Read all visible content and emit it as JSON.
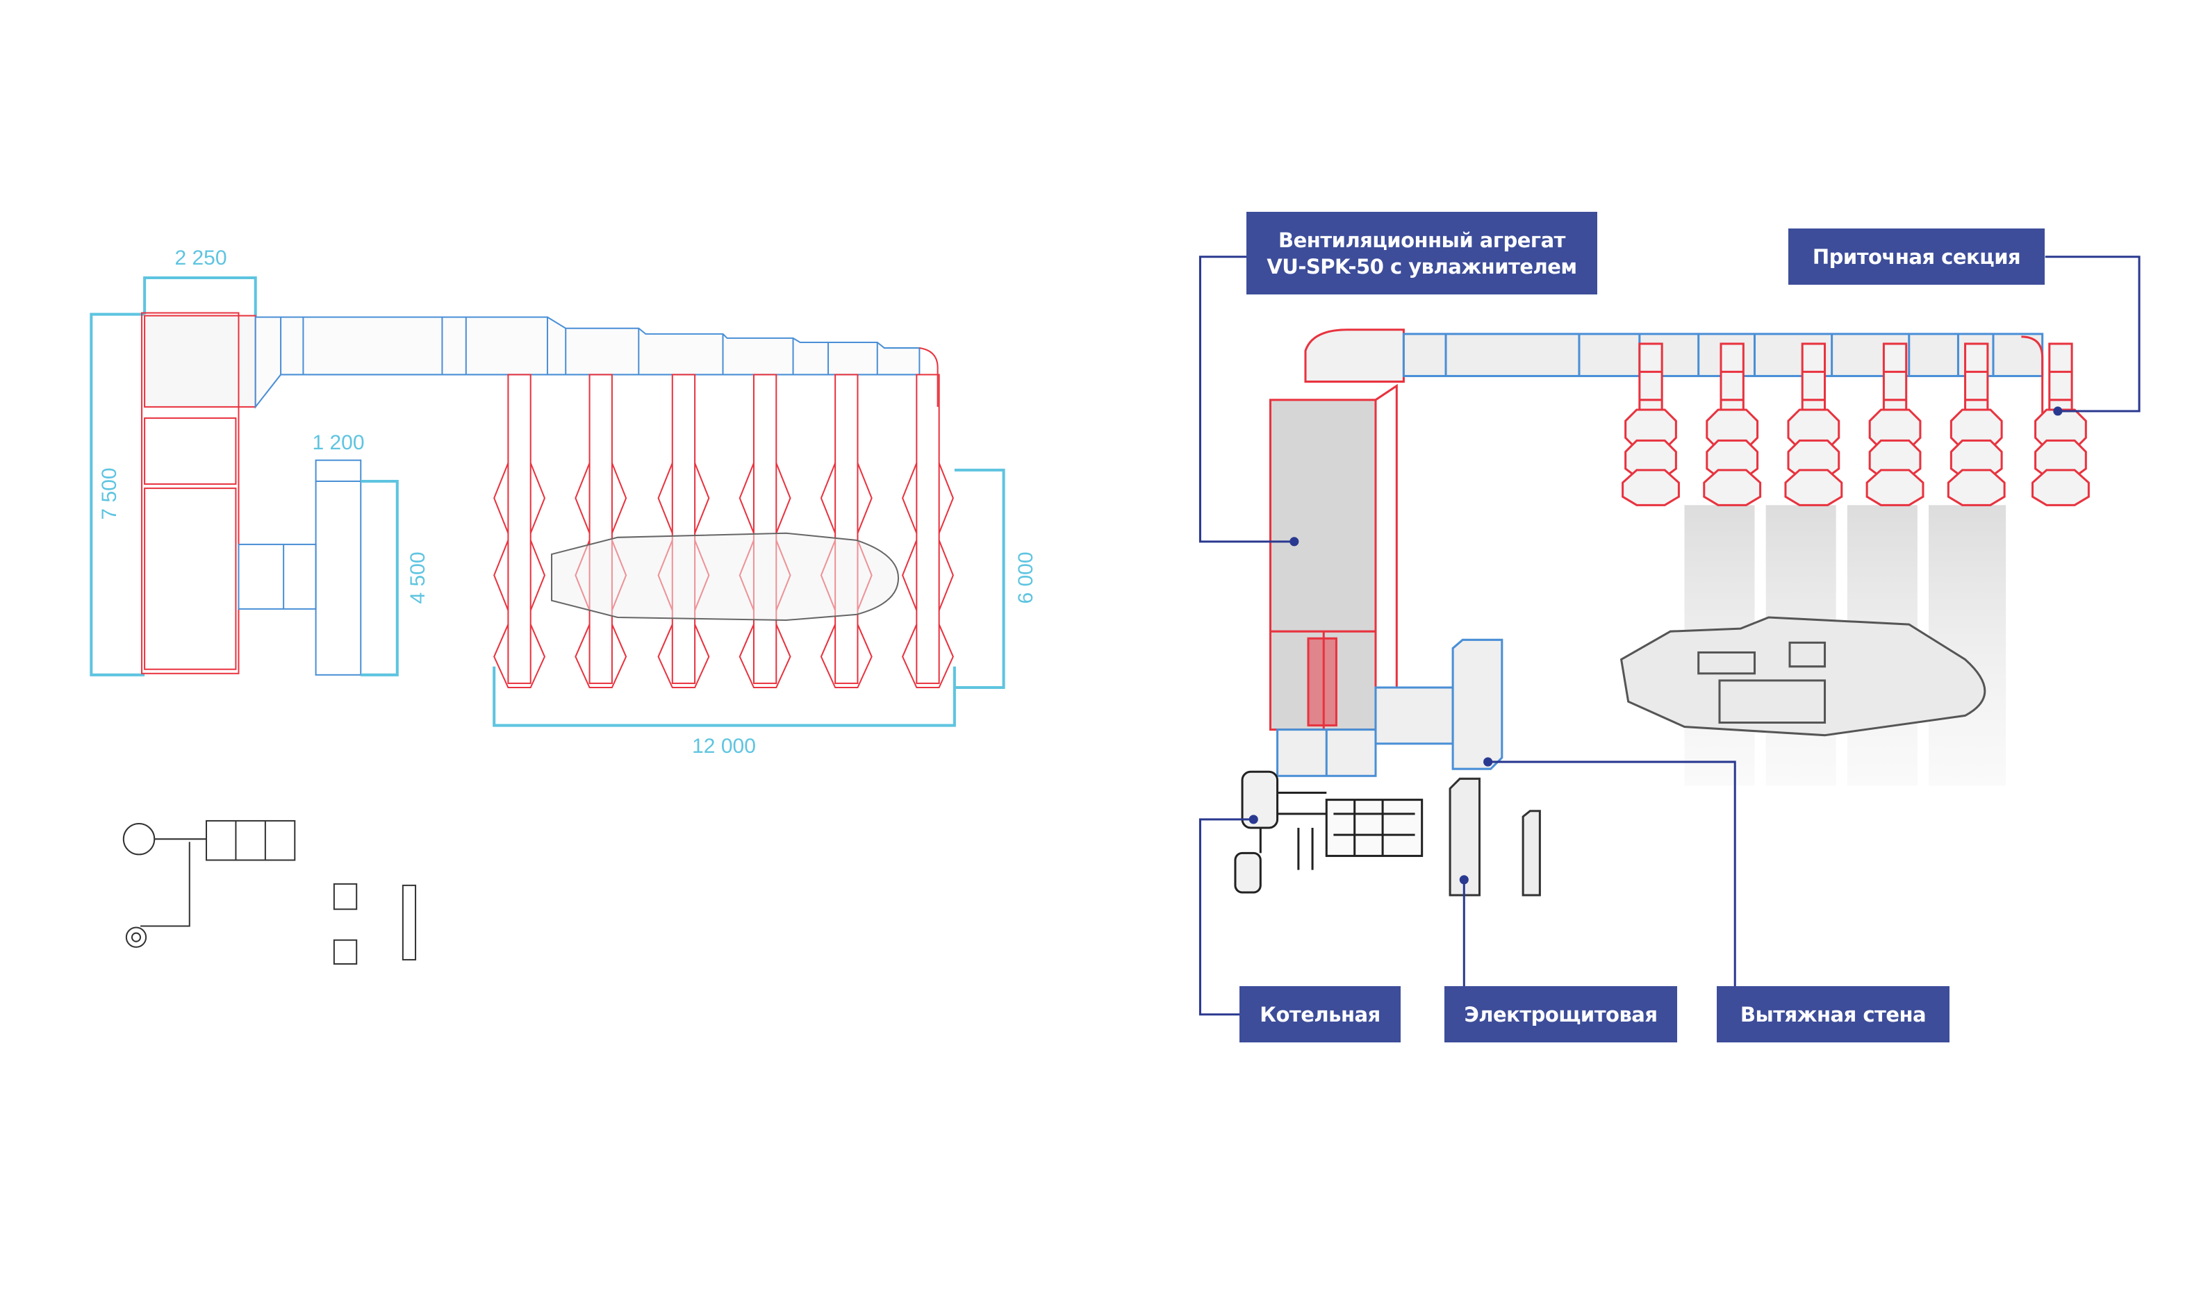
{
  "plan": {
    "dimensions": {
      "top_width": "2 250",
      "total_height": "7 500",
      "duct_width": "1 200",
      "duct_height": "4 500",
      "booth_depth": "6 000",
      "booth_length": "12 000"
    }
  },
  "render": {
    "labels": {
      "ventilation_unit_line1": "Вентиляционный агрегат",
      "ventilation_unit_line2": "VU-SPK-50 с увлажнителем",
      "supply_section": "Приточная секция",
      "boiler_room": "Котельная",
      "electrical_room": "Электрощитовая",
      "exhaust_wall": "Вытяжная стена"
    }
  },
  "colors": {
    "label_bg": "#3d4d9a",
    "leader": "#2a3990",
    "dimension": "#5ec4e0",
    "supply_red": "#e8333f",
    "duct_blue": "#4a8fd6"
  }
}
